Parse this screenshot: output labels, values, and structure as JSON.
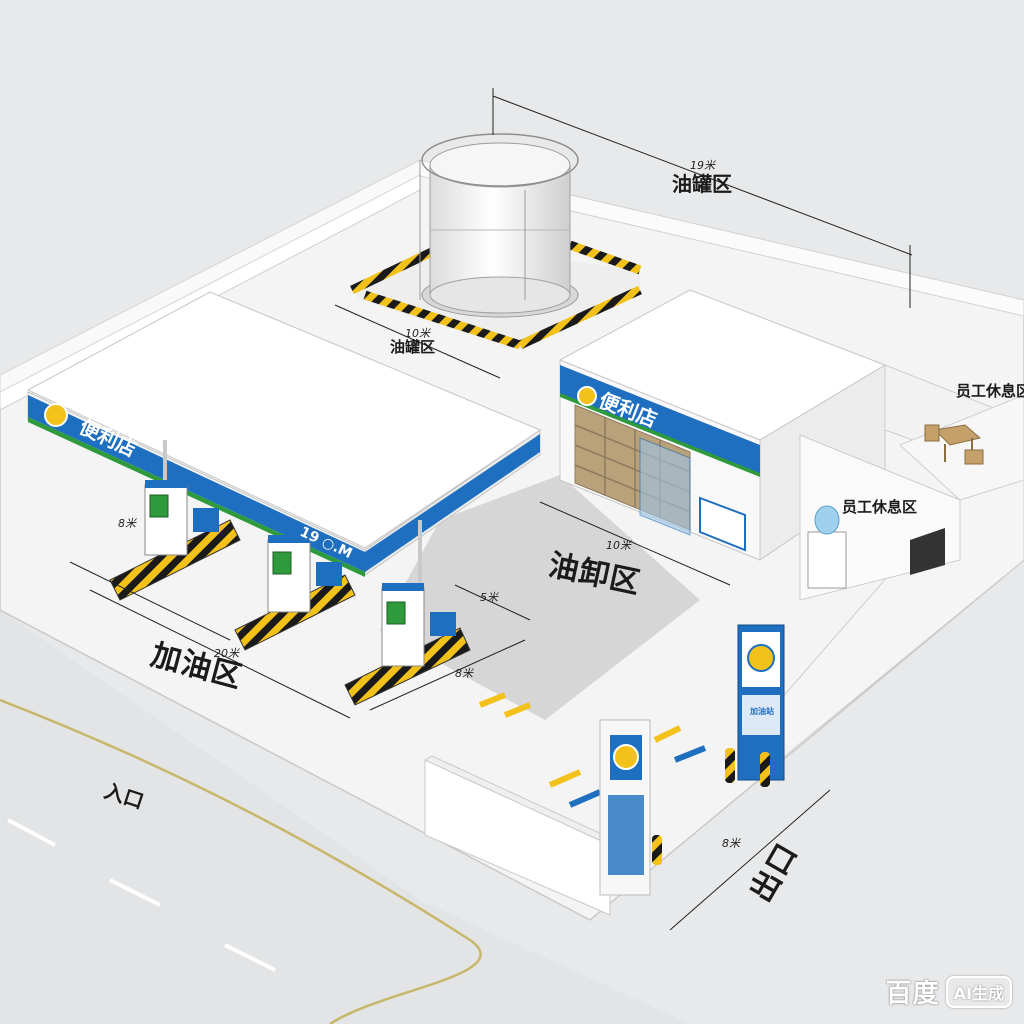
{
  "zones": {
    "fuel_tank": "油罐区",
    "tank_pad": "油罐区",
    "fueling": "加油区",
    "unloading": "油卸区",
    "staff_rest_1": "员工休息区",
    "staff_rest_2": "员工休息区",
    "entrance": "入口",
    "exit": "出口"
  },
  "signage": {
    "store_sign": "便利店",
    "canopy_sign": "便利店",
    "canopy_number": "19 ○.M",
    "monument_sign": "加油站"
  },
  "dimensions": {
    "tank_top": "19米",
    "tank_pad": "10米",
    "store_front": "10米",
    "pump_left": "8米",
    "pump_row": "20米",
    "pump_side": "8米",
    "unload": "5米",
    "exit_width": "8米"
  },
  "watermark": {
    "brand": "百度",
    "badge": "AI生成"
  },
  "colors": {
    "brand_blue": "#1e6fbf",
    "accent_green": "#2f9a3c",
    "hazard_yellow": "#f3c21a",
    "road_line": "#c8b76a"
  }
}
